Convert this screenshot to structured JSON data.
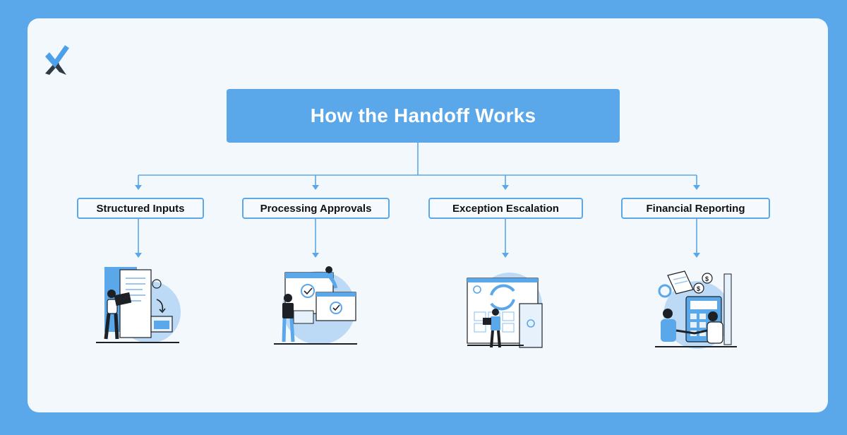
{
  "title": "How the Handoff Works",
  "steps": [
    {
      "label": "Structured Inputs",
      "illustration": "person-with-laptop-documents-illustration"
    },
    {
      "label": "Processing Approvals",
      "illustration": "person-approving-screens-illustration"
    },
    {
      "label": "Exception Escalation",
      "illustration": "person-with-sync-calendar-illustration"
    },
    {
      "label": "Financial Reporting",
      "illustration": "people-with-calculator-finance-illustration"
    }
  ],
  "colors": {
    "frame": "#5aa7ea",
    "card": "#f3f8fd",
    "accent": "#5aa7ea",
    "dark": "#1d2126",
    "logo_dark": "#2f3a44"
  },
  "logo": "check-x-logo-icon"
}
